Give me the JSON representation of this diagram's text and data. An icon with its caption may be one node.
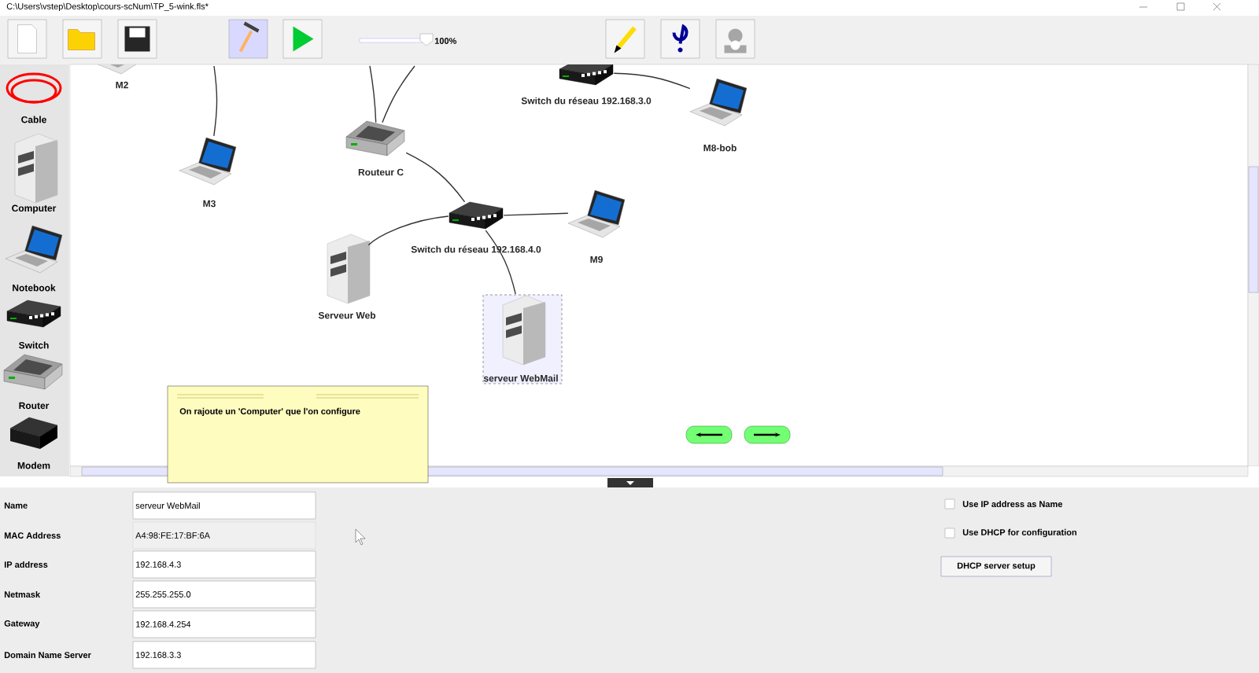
{
  "diagram": {
    "title": "C:\\Users\\vstep\\Desktop\\cours-scNum\\TP_5-wink.fls*",
    "nodes": [
      {
        "text": [
          "M2"
        ]
      },
      {
        "text": [
          "Switch du réseau 192.168.3.0"
        ]
      },
      {
        "text": [
          "M8-bob"
        ]
      },
      {
        "text": [
          "Routeur C"
        ]
      },
      {
        "text": [
          "M3"
        ]
      },
      {
        "text": [
          "Switch du réseau 192.168.4.0"
        ]
      },
      {
        "text": [
          "M9"
        ]
      },
      {
        "text": [
          "Serveur Web"
        ]
      },
      {
        "text": [
          "serveur WebMail"
        ]
      }
    ],
    "edges": [
      {
        "from": null,
        "to": 4,
        "arrow": "none"
      },
      {
        "from": null,
        "to": 3,
        "arrow": "none"
      },
      {
        "from": null,
        "to": 3,
        "arrow": "none"
      },
      {
        "from": 1,
        "to": 2,
        "arrow": "none"
      },
      {
        "from": 3,
        "to": 5,
        "arrow": "none"
      },
      {
        "from": 5,
        "to": 6,
        "arrow": "none"
      },
      {
        "from": 5,
        "to": 7,
        "arrow": "none"
      },
      {
        "from": 5,
        "to": 8,
        "arrow": "none"
      }
    ],
    "labels": [
      "100%",
      "Cable",
      "Computer",
      "Notebook",
      "Switch",
      "Router",
      "Modem",
      "On rajoute un 'Computer' que l'on configure",
      "Name",
      "serveur WebMail",
      "MAC Address",
      "A4:98:FE:17:BF:6A",
      "IP address",
      "192.168.4.3",
      "Netmask",
      "255.255.255.0",
      "Gateway",
      "192.168.4.254",
      "Domain Name Server",
      "192.168.3.3",
      "Use IP address as Name",
      "Use DHCP for configuration",
      "DHCP server setup"
    ]
  }
}
